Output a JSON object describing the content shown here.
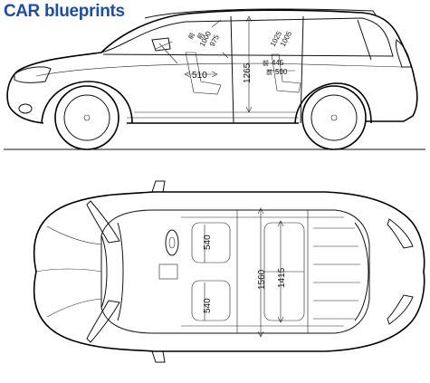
{
  "brand": {
    "part1": "CAR",
    "part2": "blueprints"
  },
  "dimensions": {
    "side": {
      "d1000": "1000",
      "d975": "975",
      "d1265": "1265",
      "d510": "510",
      "d1025": "1025",
      "d1005": "1005",
      "d445": "445",
      "d500": "500",
      "cjk_front_a": "前",
      "cjk_front_b": "前",
      "cjk_rear_a": "前",
      "cjk_rear_b": "前"
    },
    "top": {
      "d540_front": "540",
      "d540_rear": "540",
      "d1560": "1560",
      "d1415": "1415"
    }
  },
  "colors": {
    "brand": "#1f4e9c",
    "line": "#111111",
    "background": "#ffffff"
  }
}
